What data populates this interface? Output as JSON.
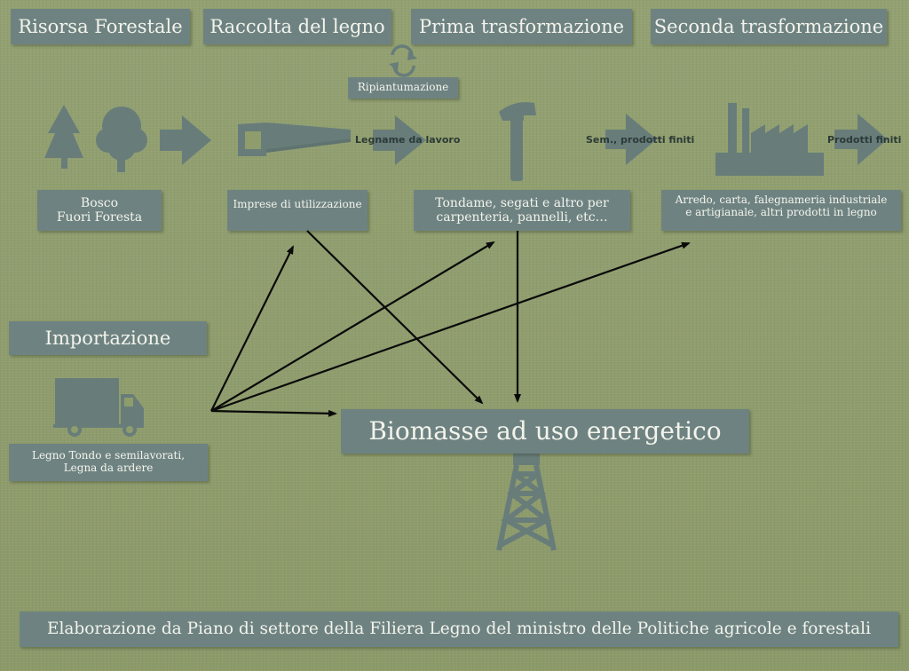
{
  "headers": {
    "risorsa": "Risorsa Forestale",
    "raccolta": "Raccolta del legno",
    "prima": "Prima trasformazione",
    "seconda": "Seconda trasformazione"
  },
  "ripiantumazione": "Ripiantumazione",
  "flow_labels": {
    "legname": "Legname da lavoro",
    "sem": "Sem., prodotti finiti",
    "prodotti": "Prodotti finiti"
  },
  "boxes": {
    "bosco_line1": "Bosco",
    "bosco_line2": "Fuori Foresta",
    "imprese": "Imprese di utilizzazione",
    "tondame_line1": "Tondame, segati e altro per",
    "tondame_line2": "carpenteria, pannelli, etc…",
    "arredo_line1": "Arredo, carta, falegnameria industriale",
    "arredo_line2": "e artigianale, altri prodotti in legno",
    "importazione": "Importazione",
    "legno_line1": "Legno Tondo e semilavorati,",
    "legno_line2": "Legna da ardere",
    "biomasse": "Biomasse ad uso energetico"
  },
  "footer": "Elaborazione da Piano di settore della Filiera Legno del ministro delle Politiche agricole e forestali",
  "colors": {
    "background": "#8f9d6d",
    "box": "#6e8381",
    "icon": "#687d7a",
    "arrow": "#0a0a0a",
    "text": "#f3f3ec"
  },
  "icons": [
    "conifer-tree-icon",
    "deciduous-tree-icon",
    "handsaw-icon",
    "hammer-icon",
    "factory-icon",
    "truck-icon",
    "oil-derrick-icon",
    "recycle-icon"
  ]
}
